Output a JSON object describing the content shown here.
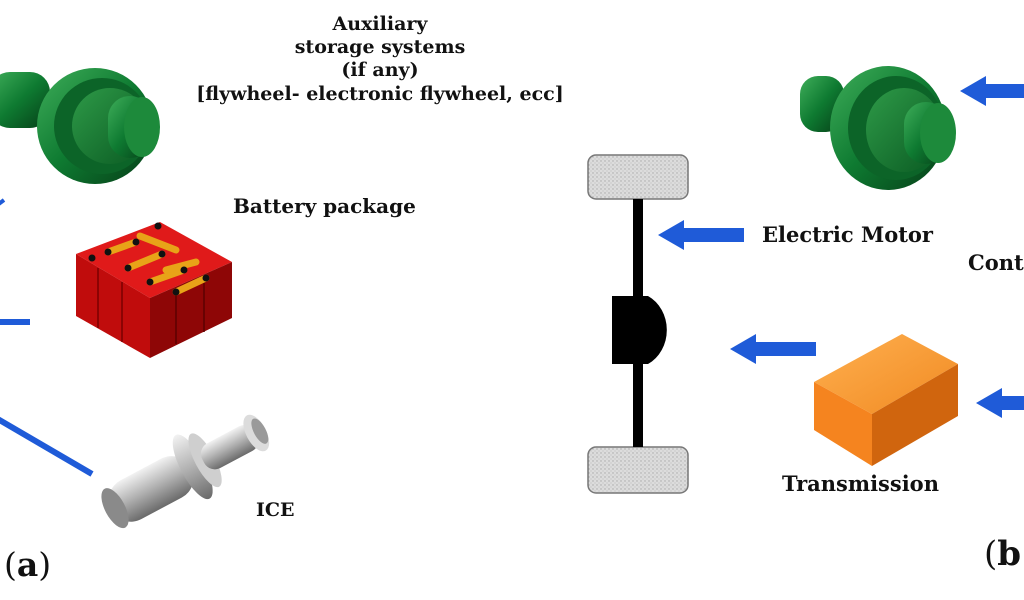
{
  "left_panel": {
    "aux_storage_lines": [
      "Auxiliary",
      "storage systems",
      "(if any)",
      "[flywheel- electronic flywheel, ecc]"
    ],
    "battery_label": "Battery package",
    "ice_label": "ICE",
    "panel_open": "(",
    "panel_letter": "a",
    "panel_close": ")"
  },
  "right_panel": {
    "electric_motor_label": "Electric Motor",
    "control_label_partial": "Cont",
    "transmission_label": "Transmission",
    "panel_open": "(",
    "panel_letter": "b"
  },
  "colors": {
    "arrow_blue": "#1f5bd8",
    "motor_green": "#0d6b2a",
    "battery_red": "#d01010",
    "battery_terminal": "#e0a020",
    "transmission_orange": "#f07c1e",
    "ice_silver": "#b8b8b8",
    "wheel_gray": "#d8d8d8"
  },
  "icons": {
    "motor": "green-electric-motor-icon",
    "battery": "battery-package-icon",
    "ice": "internal-combustion-engine-icon",
    "transmission": "transmission-box-icon",
    "axle": "vehicle-axle-icon",
    "arrow": "blue-arrow-icon"
  }
}
